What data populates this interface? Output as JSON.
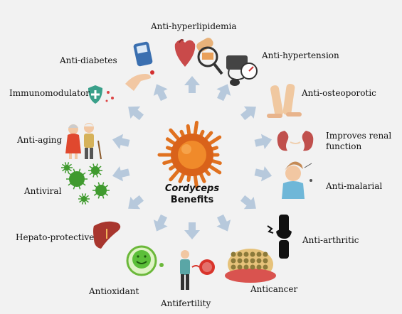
{
  "center": {
    "title_italic": "Cordyceps",
    "title_line2": "Benefits"
  },
  "benefits": [
    {
      "key": "anti-hyperlipidemia",
      "label": "Anti-hyperlipidemia",
      "icon": "heart-artery-icon"
    },
    {
      "key": "anti-hypertension",
      "label": "Anti-hypertension",
      "icon": "blood-pressure-monitor-icon"
    },
    {
      "key": "anti-osteoporotic",
      "label": "Anti-osteoporotic",
      "icon": "bone-legs-icon"
    },
    {
      "key": "improves-renal-function",
      "label": "Improves renal function",
      "line1": "Improves renal",
      "line2": "function",
      "icon": "kidneys-icon"
    },
    {
      "key": "anti-malarial",
      "label": "Anti-malarial",
      "icon": "sick-person-mosquito-icon"
    },
    {
      "key": "anti-arthritic",
      "label": "Anti-arthritic",
      "icon": "knee-joint-icon"
    },
    {
      "key": "anticancer",
      "label": "Anticancer",
      "icon": "tumor-cells-icon"
    },
    {
      "key": "antifertility",
      "label": "Antifertility",
      "icon": "man-sperm-icon"
    },
    {
      "key": "antioxidant",
      "label": "Antioxidant",
      "icon": "smiling-cell-icon"
    },
    {
      "key": "hepato-protective",
      "label": "Hepato-protective",
      "icon": "liver-icon"
    },
    {
      "key": "antiviral",
      "label": "Antiviral",
      "icon": "virus-icon"
    },
    {
      "key": "anti-aging",
      "label": "Anti-aging",
      "icon": "elderly-couple-icon"
    },
    {
      "key": "immunomodulator",
      "label": "Immunomodulator",
      "icon": "shield-cross-icon"
    },
    {
      "key": "anti-diabetes",
      "label": "Anti-diabetes",
      "icon": "glucometer-icon"
    }
  ],
  "colors": {
    "background": "#f2f2f2",
    "arrow": "#b7c9dc",
    "mushroom": "#e0711f",
    "virus": "#3f9a2e"
  }
}
